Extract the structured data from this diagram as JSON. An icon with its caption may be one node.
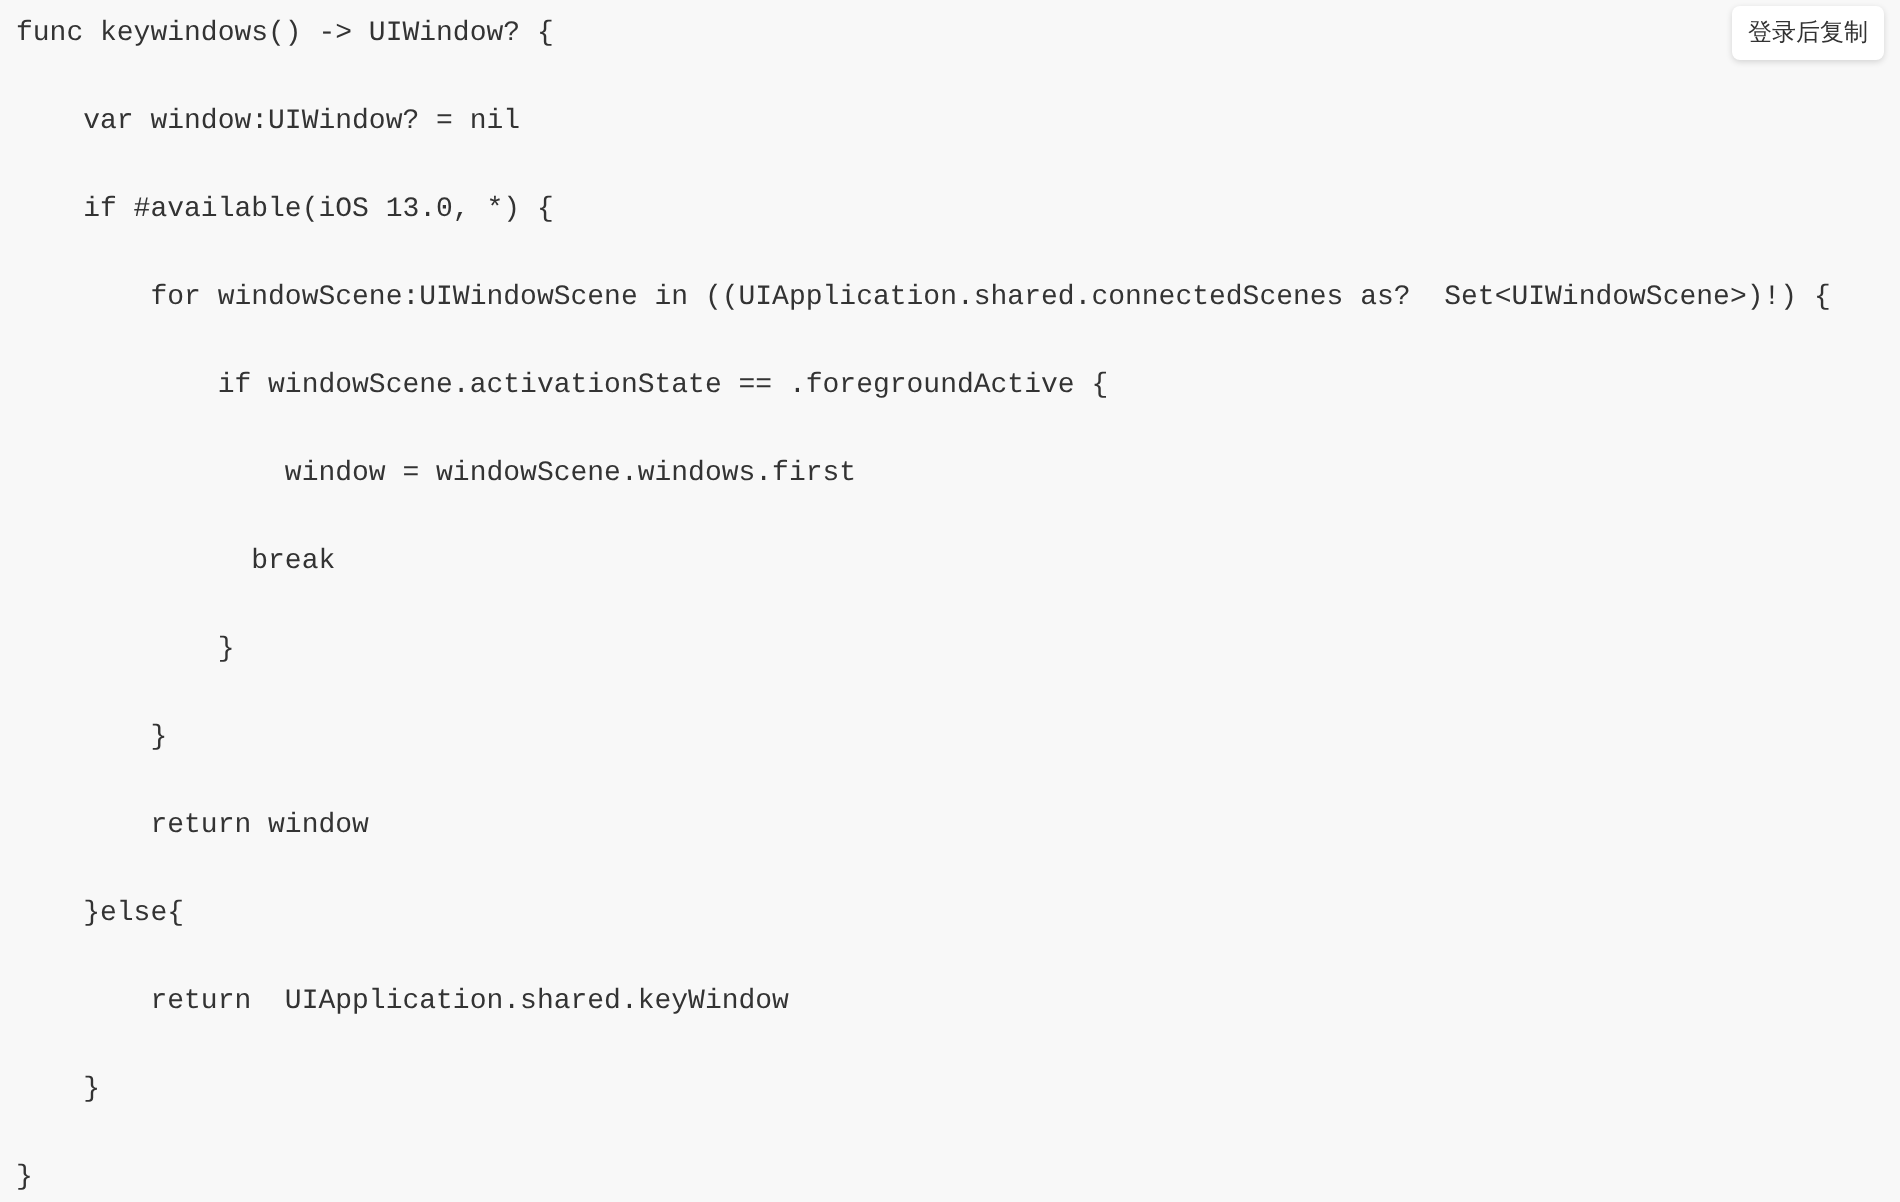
{
  "diagram": {
    "labels": [
      "func keywindows() -> UIWindow? {",
      "    var window:UIWindow? = nil",
      "    if #available(iOS 13.0, *) {",
      "        for windowScene:UIWindowScene in ((UIApplication.shared.connectedScenes as?  Set<UIWindowScene>)!) {",
      "            if windowScene.activationState == .foregroundActive {",
      "                window = windowScene.windows.first",
      "              break",
      "            }",
      "        }",
      "        return window",
      "    }else{",
      "        return  UIApplication.shared.keyWindow",
      "    }",
      "}",
      "登录后复制"
    ]
  }
}
